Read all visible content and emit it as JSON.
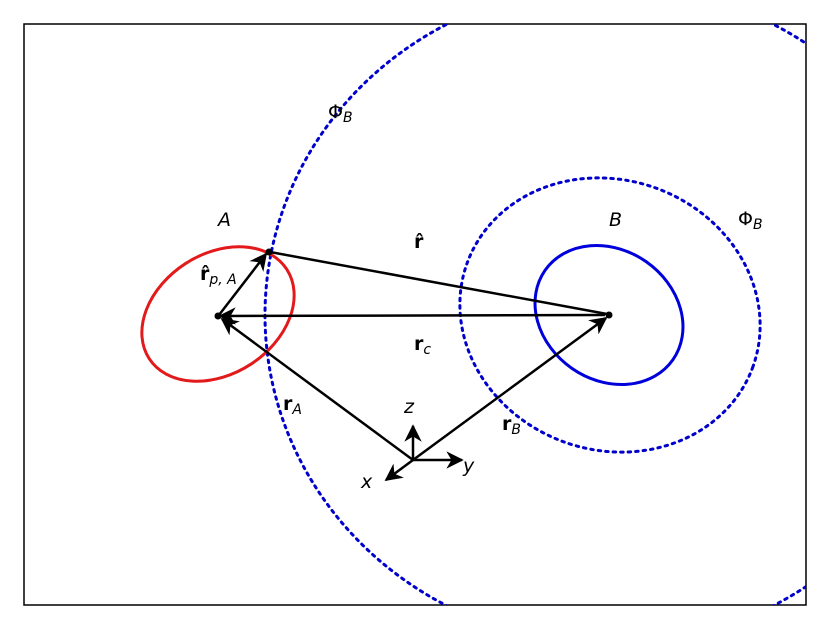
{
  "labels": {
    "body_a": "A",
    "body_b": "B",
    "phi": "Φ",
    "phi_sub": "B",
    "r_hat": "r̂",
    "r_hat_pa": "r̂",
    "r_hat_pa_sub": "p, A",
    "r": "r",
    "rc_sub": "c",
    "ra_sub": "A",
    "rb_sub": "B",
    "axis_x": "x",
    "axis_y": "y",
    "axis_z": "z"
  },
  "colors": {
    "body_a": "#e31a1c",
    "body_b": "#0000dd",
    "potential": "#0000cc",
    "vectors": "#000000",
    "frame": "#000000"
  }
}
